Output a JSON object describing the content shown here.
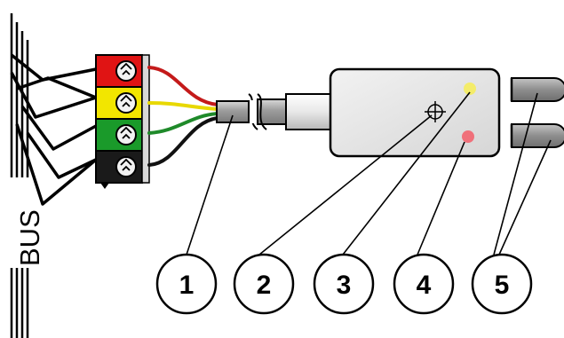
{
  "bus_label": "BUS",
  "callouts": [
    {
      "label": "1",
      "target": "cable-insulation"
    },
    {
      "label": "2",
      "target": "crosshair-marker"
    },
    {
      "label": "3",
      "target": "yellow-led"
    },
    {
      "label": "4",
      "target": "red-led"
    },
    {
      "label": "5",
      "target": "probe-pins"
    }
  ],
  "terminal_colors": [
    "#e01414",
    "#f2e600",
    "#1a9a2a",
    "#1a1a1a"
  ],
  "wire_colors": [
    "#c41a1a",
    "#e8d800",
    "#1f8a2a",
    "#111111"
  ],
  "led_colors": {
    "yellow": "#f4ec6a",
    "red": "#f0707a"
  },
  "device_color": "#e6e6e6",
  "pin_color": "#9a9a9a",
  "cable_color": "#a8a8a8"
}
